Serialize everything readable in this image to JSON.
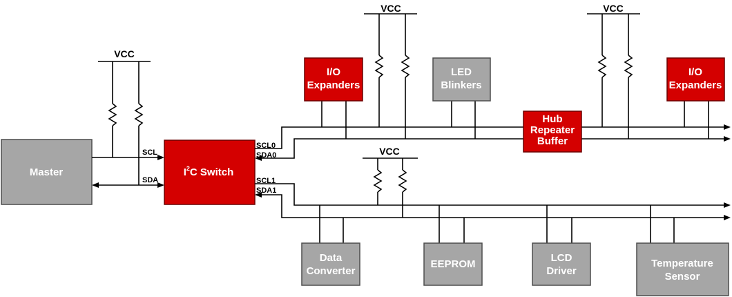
{
  "vcc_label": "VCC",
  "master": {
    "label": "Master"
  },
  "switch": {
    "label_main": "I",
    "label_sup": "2",
    "label_rest": "C Switch"
  },
  "signals": {
    "master_scl": "SCL",
    "master_sda": "SDA",
    "scl0": "SCL0",
    "sda0": "SDA0",
    "scl1": "SCL1",
    "sda1": "SDA1"
  },
  "channel0_devices": [
    {
      "lines": [
        "I/O",
        "Expanders"
      ]
    },
    {
      "lines": [
        "LED",
        "Blinkers"
      ]
    },
    {
      "lines": [
        "Hub",
        "Repeater",
        "Buffer"
      ]
    },
    {
      "lines": [
        "I/O",
        "Expanders"
      ]
    }
  ],
  "channel1_devices": [
    {
      "lines": [
        "Data",
        "Converter"
      ]
    },
    {
      "lines": [
        "EEPROM"
      ]
    },
    {
      "lines": [
        "LCD",
        "Driver"
      ]
    },
    {
      "lines": [
        "Temperature",
        "Sensor"
      ]
    }
  ],
  "colors": {
    "red_box": "#d40000",
    "gray_box": "#a6a6a6",
    "text_on_box": "#ffffff",
    "wire": "#000000"
  }
}
